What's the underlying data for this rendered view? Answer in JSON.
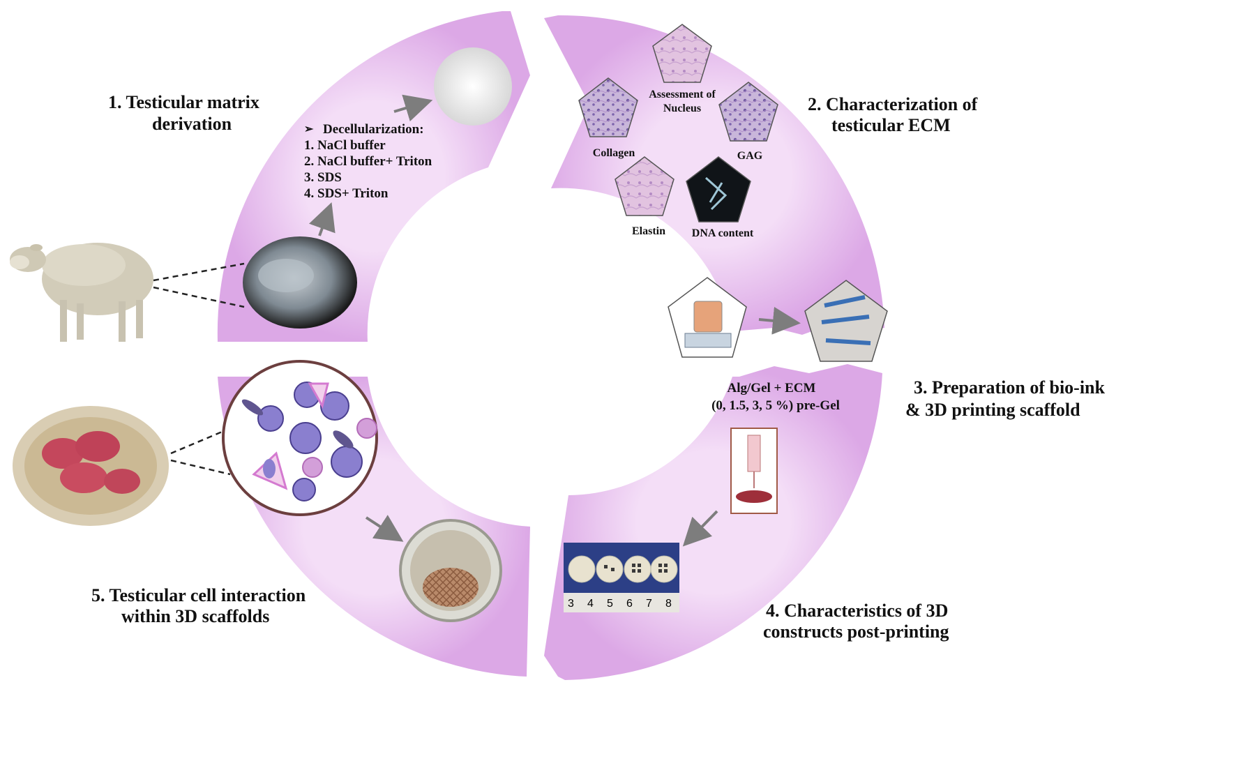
{
  "steps": {
    "s1": {
      "line1": "1.   Testicular matrix",
      "line2": "derivation"
    },
    "s2": {
      "line1": "2. Characterization of",
      "line2": "testicular ECM"
    },
    "s3": {
      "line1": "3. Preparation of bio-ink",
      "line2": "& 3D printing scaffold"
    },
    "s4": {
      "line1": "4. Characteristics of 3D",
      "line2": "constructs post-printing"
    },
    "s5": {
      "line1": "5. Testicular cell interaction",
      "line2": "within  3D scaffolds"
    }
  },
  "decell": {
    "heading": "Decellularization:",
    "items": [
      "1. NaCl buffer",
      "2. NaCl buffer+ Triton",
      "3. SDS",
      "4. SDS+ Triton"
    ]
  },
  "characterization": {
    "nucleus1": "Assessment of",
    "nucleus2": "Nucleus",
    "collagen": "Collagen",
    "gag": "GAG",
    "elastin": "Elastin",
    "dna": "DNA content"
  },
  "bioink": {
    "line1": "Alg/Gel + ECM",
    "line2": "(0, 1.5, 3, 5 %) pre-Gel"
  },
  "ruler": [
    "3",
    "4",
    "5",
    "6",
    "7",
    "8"
  ],
  "colors": {
    "ring": "#e3b4ea",
    "ringLight": "#f2d9f5",
    "stain": "#9a86c0",
    "cell": "#8a7fcf"
  }
}
